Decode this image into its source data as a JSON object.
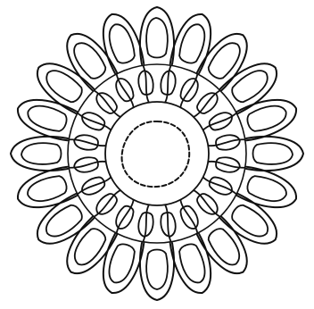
{
  "figure": {
    "subject": "line-drawing-radial-cell-rosette",
    "colors": {
      "background": "#ffffff",
      "ink": "#111111"
    },
    "outer_lobe_count": 20,
    "inner_cell_count": 20
  }
}
